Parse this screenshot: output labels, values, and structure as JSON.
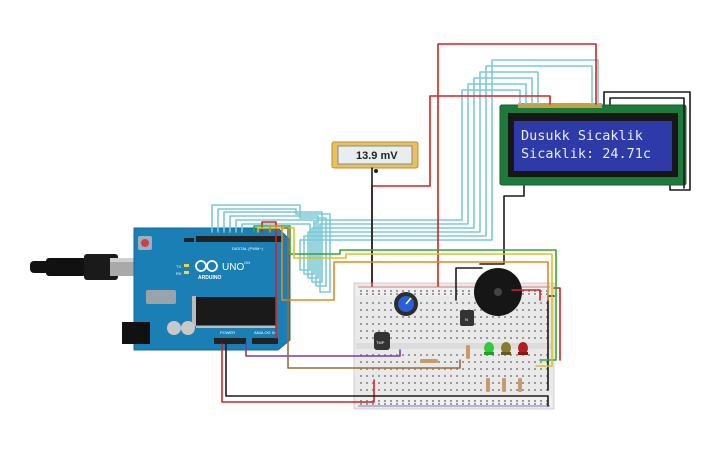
{
  "lcd": {
    "line1": "Dusukk Sicaklik",
    "line2": "Sicaklik: 24.71c"
  },
  "voltmeter": {
    "reading": "13.9 mV"
  },
  "arduino": {
    "model": "UNO",
    "brand": "ARDUINO",
    "digital_label": "DIGITAL (PWM~)",
    "power_label": "POWER",
    "analog_label": "ANALOG IN",
    "tx_label": "TX",
    "rx_label": "RX",
    "on_label": "ON"
  },
  "components": {
    "sensor_label": "TMP",
    "transistor_label": "N"
  },
  "colors": {
    "lcd_screen": "#2e3aa8",
    "lcd_board": "#1e7a3a",
    "arduino_board": "#1a7fb4",
    "wire_red": "#d62020",
    "wire_cyan": "#7cc9d6",
    "wire_black": "#1a1a1a",
    "wire_green": "#2faa2f",
    "wire_yellow": "#e0c020",
    "wire_purple": "#7a3aa8",
    "wire_brown": "#9a6b3a"
  }
}
